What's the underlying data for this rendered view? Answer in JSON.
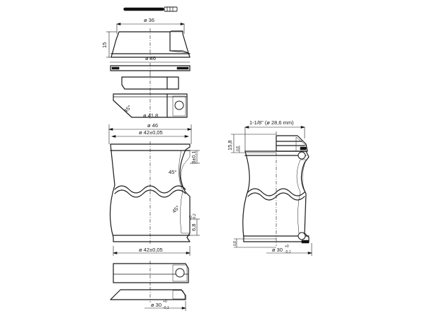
{
  "exploded_view": {
    "dim_cover_diameter": "ø 36",
    "dim_cover_height": "15",
    "dim_washer_diameter": "ø 46",
    "dim_bearing_top_angle": "45°",
    "dim_bearing_top_diameter": "ø 41,8",
    "dim_cup_outer": "ø 46",
    "dim_cup_bore_top": "ø 42±0,05",
    "dim_cup_depth": "3±0,1",
    "dim_cup_angle_top": "45°",
    "dim_cup_angle_bottom": "45°",
    "dim_cup_bottom_depth": "6,8",
    "dim_cup_bottom_tol_plus": "+0",
    "dim_cup_bottom_tol_minus": "-0,2",
    "dim_cup_bore_bottom": "ø 42±0,05",
    "dim_crown_diameter": "ø 30",
    "dim_crown_tol_plus": "+0",
    "dim_crown_tol_minus": "-0,1"
  },
  "assembled_view": {
    "dim_steerer": "1-1/8\" (ø 28,6 mm)",
    "dim_stack_height": "15,8",
    "dim_top_gap": "0,8",
    "dim_bottom_gap": "0,8",
    "dim_crown_diameter": "ø 30",
    "dim_crown_tol_plus": "+0",
    "dim_crown_tol_minus": "-0,1"
  }
}
